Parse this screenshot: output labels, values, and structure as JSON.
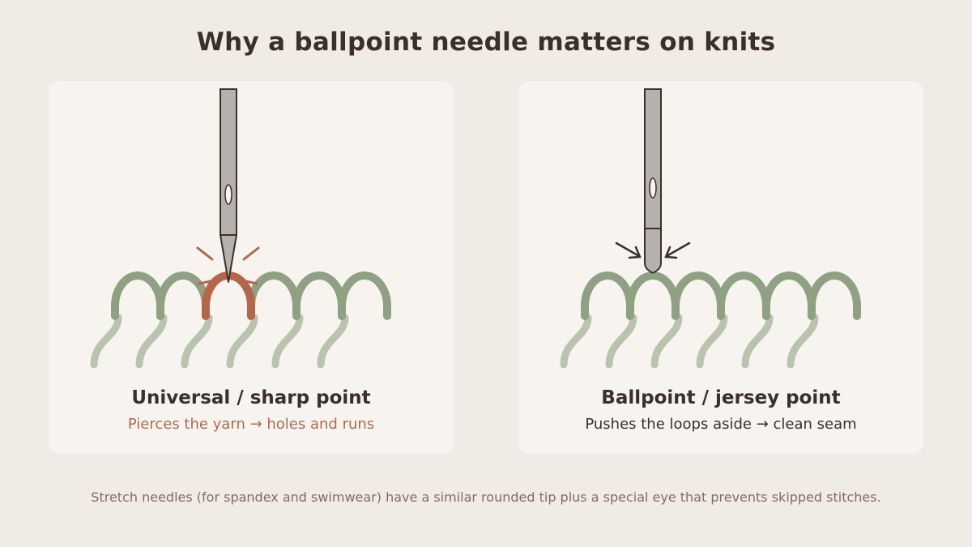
{
  "title": "Why a ballpoint needle matters on knits",
  "left_panel": {
    "heading": "Universal / sharp point",
    "caption": "Pierces the yarn → holes and runs"
  },
  "right_panel": {
    "heading": "Ballpoint / jersey point",
    "caption": "Pushes the loops aside → clean seam"
  },
  "footnote": "Stretch needles (for spandex and swimwear) have a similar rounded tip plus a special eye that prevents skipped stitches.",
  "colors": {
    "background": "#f0ebe5",
    "panel": "#f7f4f0",
    "yarn": "#8fa182",
    "yarn_back": "#b9c3ae",
    "pierced_yarn": "#b5664a",
    "needle": "#b6b1ab",
    "outline": "#3b2f29"
  }
}
